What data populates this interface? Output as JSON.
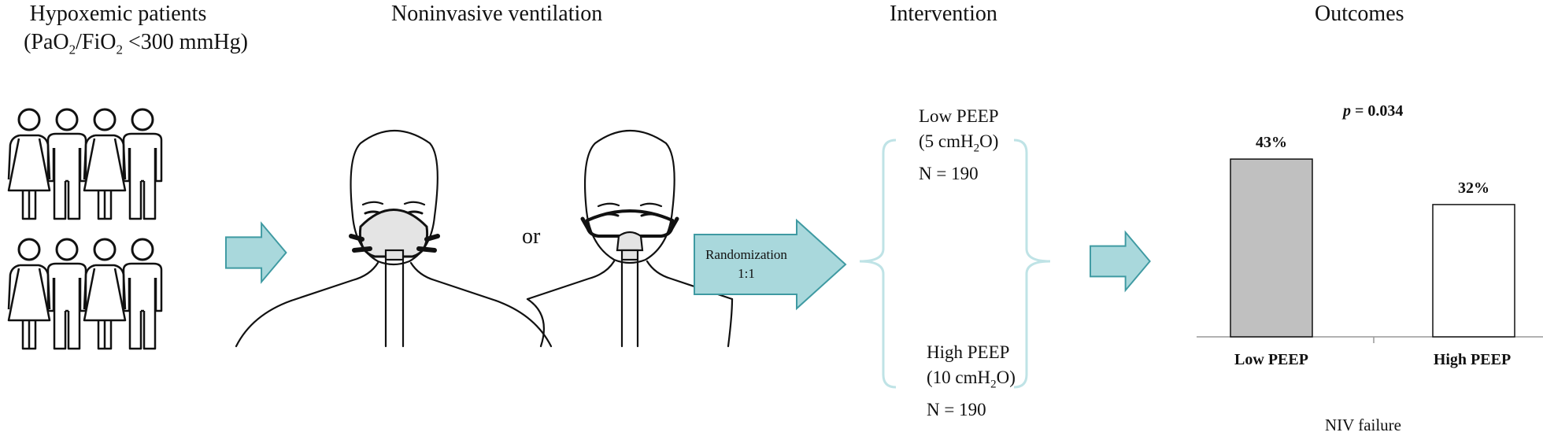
{
  "columns": {
    "patients": {
      "title": "Hypoxemic patients",
      "criterion_open": "(PaO",
      "criterion_sub1": "2",
      "criterion_mid": "/FiO",
      "criterion_sub2": "2",
      "criterion_close": " <300 mmHg)"
    },
    "ventilation": {
      "title": "Noninvasive ventilation",
      "connector": "or"
    },
    "intervention": {
      "title": "Intervention"
    },
    "outcomes": {
      "title": "Outcomes"
    }
  },
  "randomization": {
    "line1": "Randomization",
    "line2": "1:1"
  },
  "arms": [
    {
      "name": "Low PEEP",
      "pressure_open": "(5 cmH",
      "pressure_sub": "2",
      "pressure_close": "O)",
      "n": "N = 190"
    },
    {
      "name": "High PEEP",
      "pressure_open": "(10 cmH",
      "pressure_sub": "2",
      "pressure_close": "O)",
      "n": "N = 190"
    }
  ],
  "colors": {
    "arrow_fill": "#a9d8dc",
    "arrow_stroke": "#3f9aa2",
    "bracket": "#bfe3e6",
    "bar_low": "#c0c0c0",
    "bar_high": "#ffffff"
  },
  "icons": [
    "person-female-icon",
    "person-male-icon",
    "oronasal-mask-icon",
    "full-face-mask-icon",
    "arrow-right-icon"
  ],
  "chart_data": {
    "type": "bar",
    "categories": [
      "Low PEEP",
      "High PEEP"
    ],
    "values": [
      43,
      32
    ],
    "value_labels": [
      "43%",
      "32%"
    ],
    "p_label": "p",
    "p_value": " = 0.034",
    "xlabel": "NIV failure",
    "ylim": [
      0,
      50
    ],
    "grid": false
  }
}
